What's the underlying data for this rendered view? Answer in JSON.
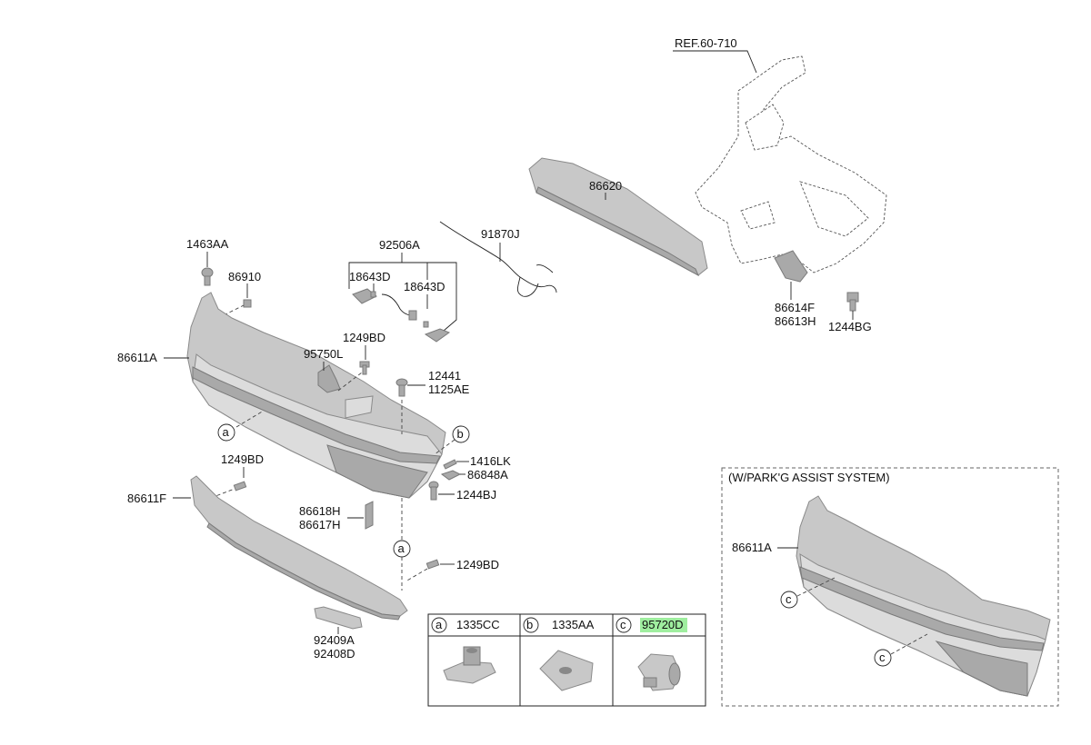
{
  "ref_label": "REF.60-710",
  "parts": {
    "p86620": "86620",
    "p91870J": "91870J",
    "p92506A": "92506A",
    "p18643D_left": "18643D",
    "p18643D_right": "18643D",
    "p1463AA": "1463AA",
    "p86910": "86910",
    "p86611A": "86611A",
    "p95750L": "95750L",
    "p1249BD_top": "1249BD",
    "p12441": "12441",
    "p1125AE": "1125AE",
    "p1416LK": "1416LK",
    "p86848A": "86848A",
    "p1244BJ": "1244BJ",
    "p1249BD_mid": "1249BD",
    "p86611F": "86611F",
    "p86618H": "86618H",
    "p86617H": "86617H",
    "p1249BD_low": "1249BD",
    "p92409A": "92409A",
    "p92408D": "92408D",
    "p86614F": "86614F",
    "p86613H": "86613H",
    "p1244BG": "1244BG"
  },
  "callouts": {
    "a": "a",
    "b": "b",
    "c": "c"
  },
  "legend_table": [
    {
      "letter": "a",
      "part": "1335CC",
      "highlight": false
    },
    {
      "letter": "b",
      "part": "1335AA",
      "highlight": false
    },
    {
      "letter": "c",
      "part": "95720D",
      "highlight": true
    }
  ],
  "inset": {
    "title": "(W/PARK'G ASSIST SYSTEM)",
    "part": "86611A",
    "callout1": "c",
    "callout2": "c"
  },
  "colors": {
    "highlight": "#9fee9f",
    "part_fill": "#c8c8c8"
  }
}
